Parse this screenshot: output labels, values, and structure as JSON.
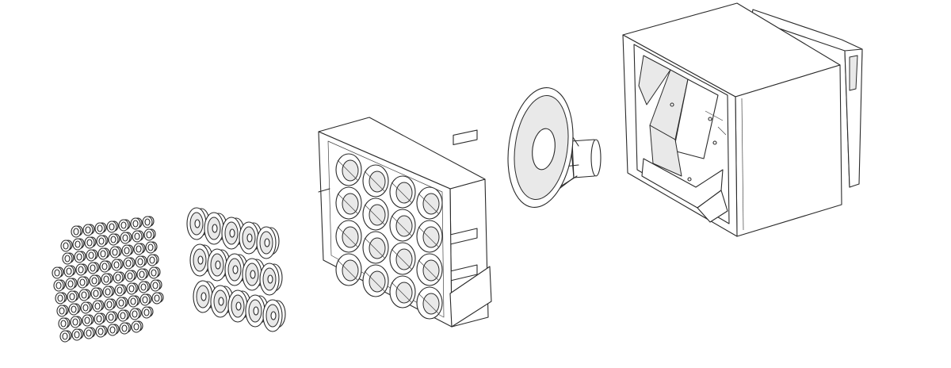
{
  "diagram": {
    "style": "exploded isometric line drawing",
    "background": "#ffffff",
    "line_color": "#2a2a2a",
    "components": [
      {
        "id": "tweeter-array",
        "icon": "small-driver-cluster-icon",
        "count": 73
      },
      {
        "id": "midrange-array",
        "icon": "midrange-driver-cluster-icon",
        "count": 15
      },
      {
        "id": "waveguide-frame",
        "icon": "honeycomb-waveguide-icon"
      },
      {
        "id": "woofer",
        "icon": "cone-woofer-icon"
      },
      {
        "id": "enclosure",
        "icon": "cabinet-enclosure-icon"
      }
    ]
  }
}
